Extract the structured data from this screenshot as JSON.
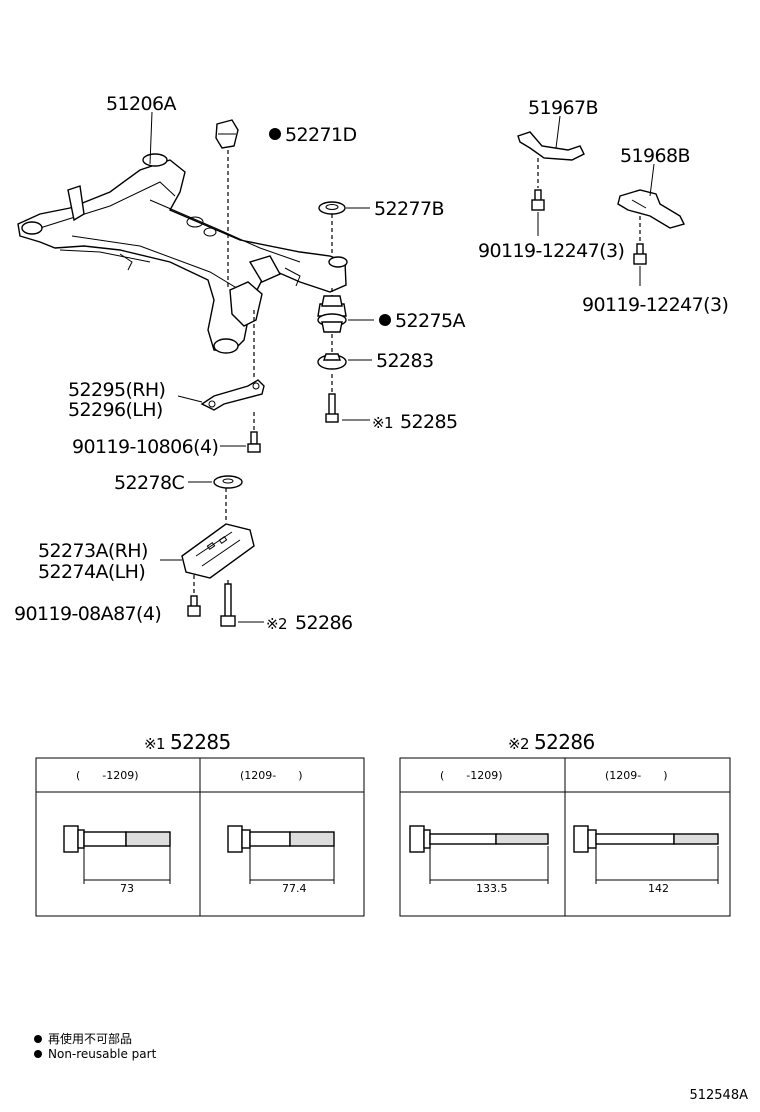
{
  "labels": {
    "p51206A": "51206A",
    "p52271D": "52271D",
    "p52277B": "52277B",
    "p52275A": "52275A",
    "p52283": "52283",
    "p52285": "52285",
    "p52295": "52295(RH)",
    "p52296": "52296(LH)",
    "p90119_10806": "90119-10806(4)",
    "p52278C": "52278C",
    "p52273A": "52273A(RH)",
    "p52274A": "52274A(LH)",
    "p90119_08A87": "90119-08A87(4)",
    "p52286": "52286",
    "p51967B": "51967B",
    "p51968B": "51968B",
    "p90119_12247_a": "90119-12247(3)",
    "p90119_12247_b": "90119-12247(3)",
    "mark1": "※1",
    "mark2": "※2"
  },
  "tables": {
    "t1": {
      "mark": "※1",
      "title": "52285",
      "col1": "(　　-1209)",
      "col2": "(1209-　　)",
      "dim1": "73",
      "dim2": "77.4"
    },
    "t2": {
      "mark": "※2",
      "title": "52286",
      "col1": "(　　-1209)",
      "col2": "(1209-　　)",
      "dim1": "133.5",
      "dim2": "142"
    }
  },
  "notes": {
    "jp": "再使用不可部品",
    "en": "Non-reusable part"
  },
  "figure_code": "512548A"
}
